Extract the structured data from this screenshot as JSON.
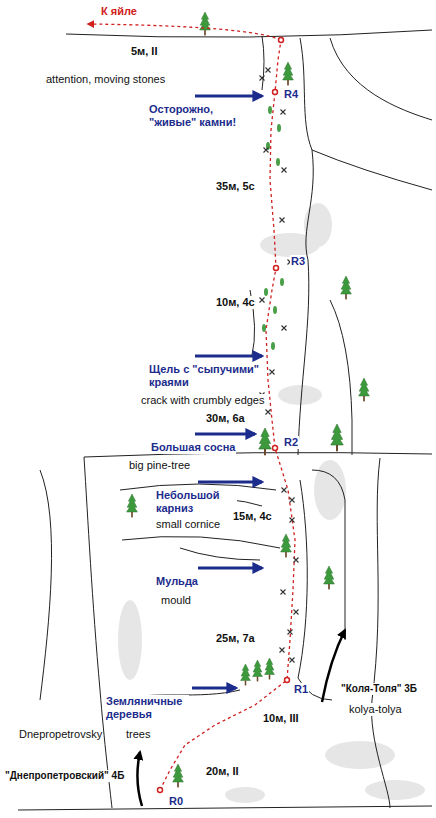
{
  "diagram": {
    "labels": [
      "К яйле",
      "5м, II",
      "attention, moving stones",
      "Осторожно, \"живые\" камни!",
      "R4",
      "35м, 5с",
      "R3",
      "10м, 4с",
      "Щель с \"сыпучими\" краями",
      "crack with crumbly edges",
      "30м, 6а",
      "Большая сосна",
      "R2",
      "big pine-tree",
      "Небольшой карниз",
      "small cornice",
      "15м, 4с",
      "Мульда",
      "mould",
      "25м, 7а",
      "Земляничные деревья",
      "trees",
      "R1",
      "10м, III",
      "\"Коля-Толя\" 3Б",
      "kolya-tolya",
      "Dnepropetrovsky",
      "\"Днепропетровский\" 4Б",
      "20м, II",
      "R0"
    ]
  }
}
